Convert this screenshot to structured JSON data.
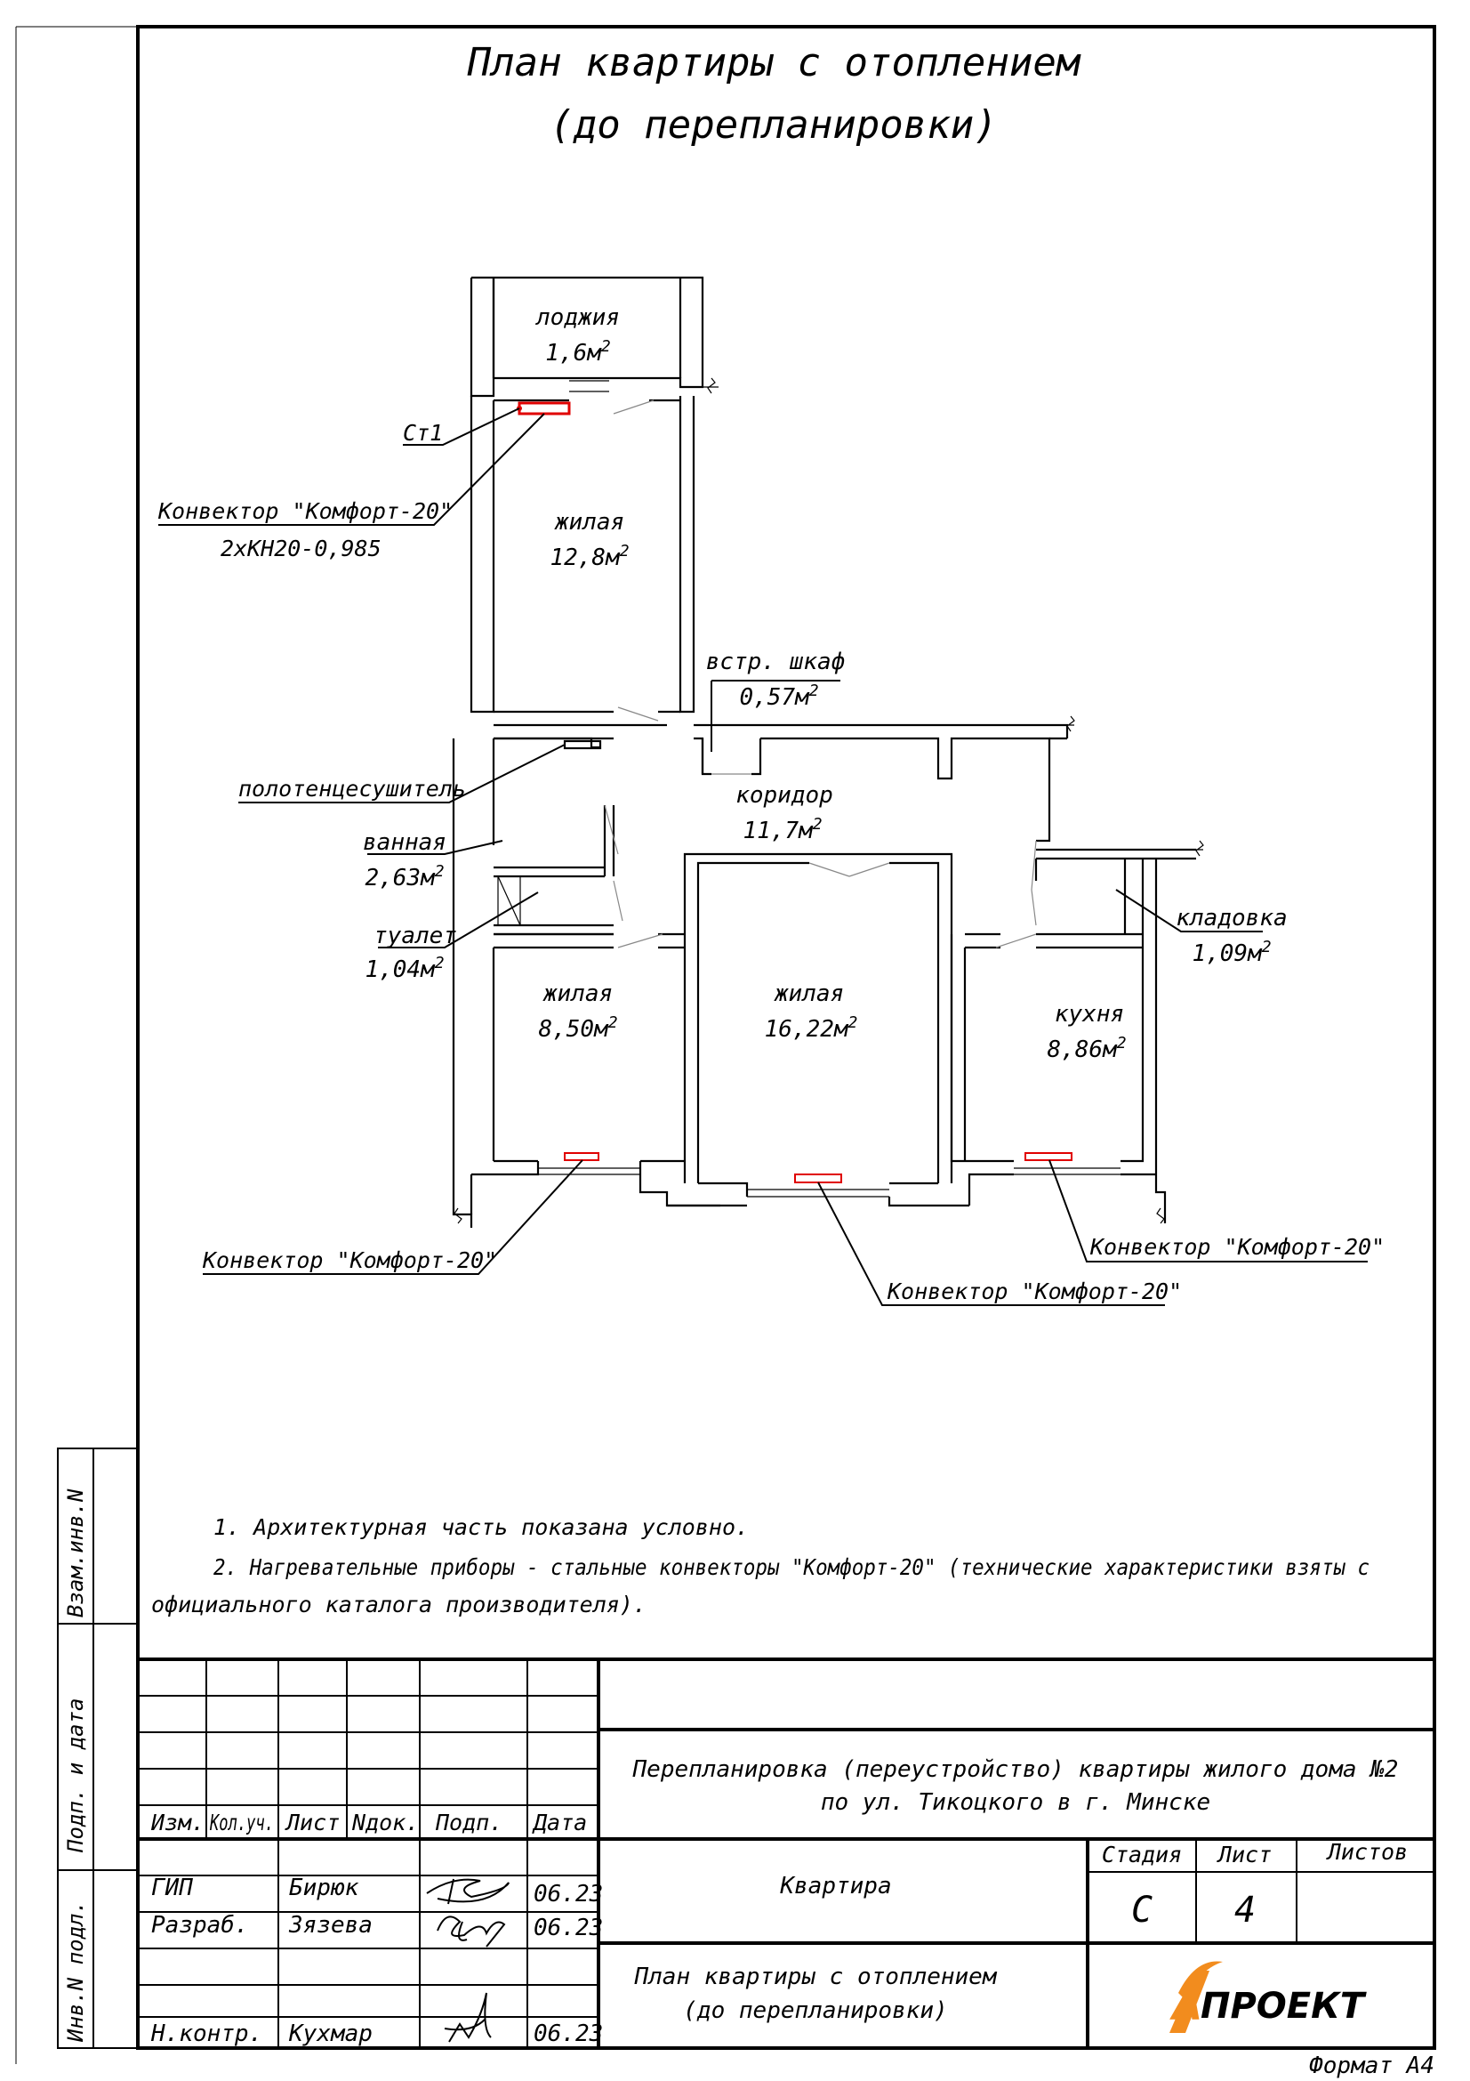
{
  "drawing": {
    "title_line1": "План квартиры с отоплением",
    "title_line2": "(до перепланировки)"
  },
  "rooms": [
    {
      "name": "лоджия",
      "area": "1,6м",
      "sup": "2"
    },
    {
      "name": "жилая",
      "area": "12,8м",
      "sup": "2"
    },
    {
      "name": "встр. шкаф",
      "area": "0,57м",
      "sup": "2"
    },
    {
      "name": "коридор",
      "area": "11,7м",
      "sup": "2"
    },
    {
      "name": "ванная",
      "area": "2,63м",
      "sup": "2"
    },
    {
      "name": "туалет",
      "area": "1,04м",
      "sup": "2"
    },
    {
      "name": "жилая",
      "area": "8,50м",
      "sup": "2"
    },
    {
      "name": "жилая",
      "area": "16,22м",
      "sup": "2"
    },
    {
      "name": "кухня",
      "area": "8,86м",
      "sup": "2"
    },
    {
      "name": "кладовка",
      "area": "1,09м",
      "sup": "2"
    }
  ],
  "callouts": {
    "riser": "Ст1",
    "convector_top": "Конвектор \"Комфорт-20\"",
    "convector_top_spec": "2хКН20-0,985",
    "towel_dryer": "полотенцесушитель",
    "convector_left": "Конвектор \"Комфорт-20\"",
    "convector_mid": "Конвектор \"Комфорт-20\"",
    "convector_right": "Конвектор \"Комфорт-20\""
  },
  "notes": [
    "1. Архитектурная часть показана условно.",
    "2. Нагревательные приборы - стальные конвекторы \"Комфорт-20\" (технические характеристики взяты с",
    "официального каталога производителя)."
  ],
  "side_stamps": [
    "Взам.инв.N",
    "Подп. и дата",
    "Инв.N подл."
  ],
  "stamp": {
    "headers": [
      "Изм.",
      "Кол.уч.",
      "Лист",
      "Nдок.",
      "Подп.",
      "Дата"
    ],
    "rows": [
      {
        "role": "ГИП",
        "name": "Бирюк",
        "date": "06.23"
      },
      {
        "role": "Разраб.",
        "name": "Зязева",
        "date": "06.23"
      },
      {
        "role": "Н.контр.",
        "name": "Кухмар",
        "date": "06.23"
      }
    ],
    "project_line1": "Перепланировка (переустройство) квартиры жилого дома №2",
    "project_line2": "по ул. Тикоцкого в г. Минске",
    "object": "Квартира",
    "stage_label": "Стадия",
    "sheet_label": "Лист",
    "sheets_label": "Листов",
    "stage_value": "С",
    "sheet_value": "4",
    "sheets_value": "",
    "sheet_title_line1": "План квартиры с отоплением",
    "sheet_title_line2": "(до перепланировки)",
    "logo_letter": "А",
    "logo_text": "ПРОЕКТ"
  },
  "format_label": "Формат А4",
  "colors": {
    "heating": "#e00000",
    "logo": "#f28c1e",
    "line": "#000000"
  }
}
